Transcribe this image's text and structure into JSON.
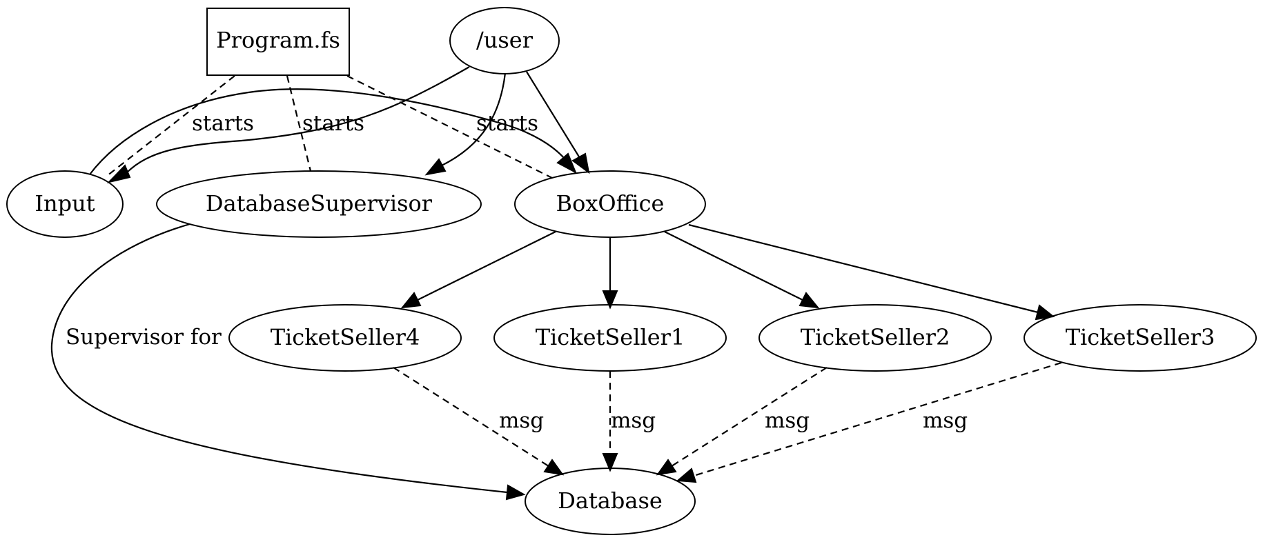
{
  "diagram": {
    "nodes": {
      "program_fs": "Program.fs",
      "user": "/user",
      "input": "Input",
      "database_supervisor": "DatabaseSupervisor",
      "box_office": "BoxOffice",
      "ticket_seller_4": "TicketSeller4",
      "ticket_seller_1": "TicketSeller1",
      "ticket_seller_2": "TicketSeller2",
      "ticket_seller_3": "TicketSeller3",
      "database": "Database"
    },
    "edges": [
      {
        "from": "Program.fs",
        "to": "Input",
        "label": "",
        "style": "dashed"
      },
      {
        "from": "Program.fs",
        "to": "DatabaseSupervisor",
        "label": "starts",
        "style": "dashed"
      },
      {
        "from": "Program.fs",
        "to": "BoxOffice",
        "label": "",
        "style": "dashed"
      },
      {
        "from": "/user",
        "to": "Input",
        "label": "",
        "style": "solid"
      },
      {
        "from": "/user",
        "to": "DatabaseSupervisor",
        "label": "",
        "style": "solid"
      },
      {
        "from": "/user",
        "to": "BoxOffice",
        "label": "",
        "style": "solid"
      },
      {
        "from": "Input",
        "to": "BoxOffice",
        "label": "",
        "style": "solid"
      },
      {
        "from": "BoxOffice",
        "to": "TicketSeller4",
        "label": "",
        "style": "solid"
      },
      {
        "from": "BoxOffice",
        "to": "TicketSeller1",
        "label": "",
        "style": "solid"
      },
      {
        "from": "BoxOffice",
        "to": "TicketSeller2",
        "label": "",
        "style": "solid"
      },
      {
        "from": "BoxOffice",
        "to": "TicketSeller3",
        "label": "",
        "style": "solid"
      },
      {
        "from": "DatabaseSupervisor",
        "to": "Database",
        "label": "Supervisor for",
        "style": "solid"
      },
      {
        "from": "TicketSeller4",
        "to": "Database",
        "label": "msg",
        "style": "dashed"
      },
      {
        "from": "TicketSeller1",
        "to": "Database",
        "label": "msg",
        "style": "dashed"
      },
      {
        "from": "TicketSeller2",
        "to": "Database",
        "label": "msg",
        "style": "dashed"
      },
      {
        "from": "TicketSeller3",
        "to": "Database",
        "label": "msg",
        "style": "dashed"
      }
    ],
    "edge_labels": {
      "starts_input": "starts",
      "starts_database_supervisor": "starts",
      "starts_box_office": "starts",
      "supervisor_for": "Supervisor for",
      "msg_ts4": "msg",
      "msg_ts1": "msg",
      "msg_ts2": "msg",
      "msg_ts3": "msg"
    }
  }
}
